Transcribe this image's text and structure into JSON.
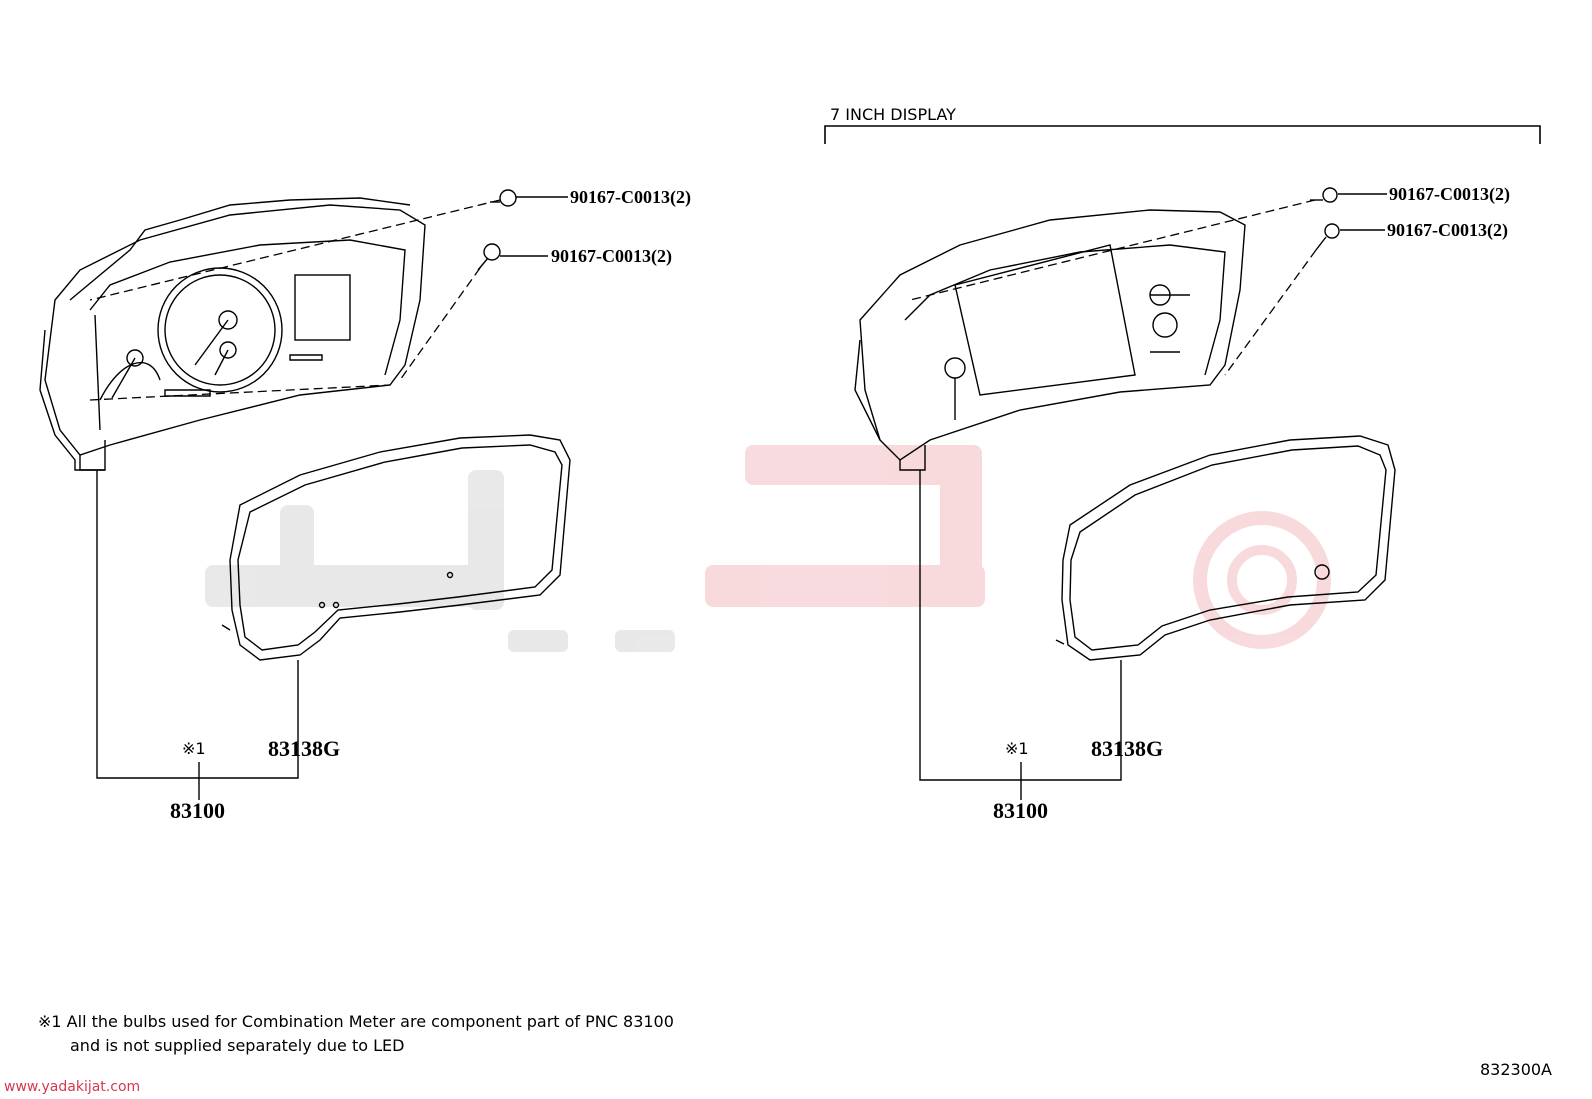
{
  "section": {
    "title": "7 INCH DISPLAY"
  },
  "left": {
    "screw_top": "90167-C0013(2)",
    "screw_bottom": "90167-C0013(2)",
    "glass": "83138G",
    "note_ref": "※1",
    "meter": "83100"
  },
  "right": {
    "screw_top": "90167-C0013(2)",
    "screw_bottom": "90167-C0013(2)",
    "glass": "83138G",
    "note_ref": "※1",
    "meter": "83100"
  },
  "footnote": {
    "line1": "※1 All the bulbs used for Combination Meter are component part of PNC 83100",
    "line2": "and is not supplied separately due to LED"
  },
  "diagram_code": "832300A",
  "watermark": {
    "url": "www.yadakijat.com",
    "color": "#d43a4e"
  }
}
